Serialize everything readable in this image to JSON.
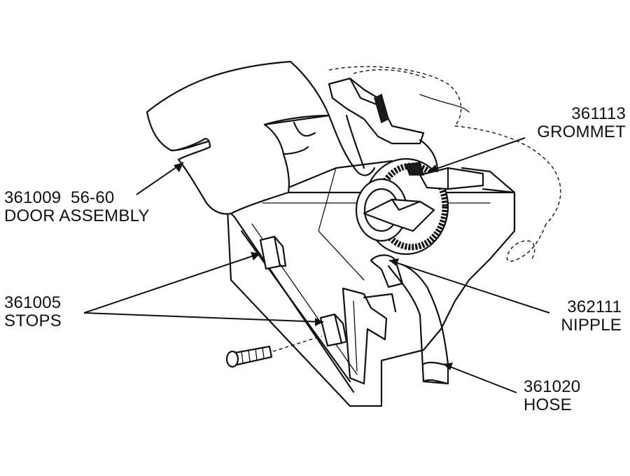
{
  "callouts": {
    "door_assembly": {
      "part_number": "361009",
      "years": "56-60",
      "name": "DOOR ASSEMBLY"
    },
    "stops": {
      "part_number": "361005",
      "name": "STOPS"
    },
    "grommet": {
      "part_number": "361113",
      "name": "GROMMET"
    },
    "nipple": {
      "part_number": "362111",
      "name": "NIPPLE"
    },
    "hose": {
      "part_number": "361020",
      "name": "HOSE"
    }
  },
  "colors": {
    "ink": "#111111",
    "background": "#ffffff"
  }
}
